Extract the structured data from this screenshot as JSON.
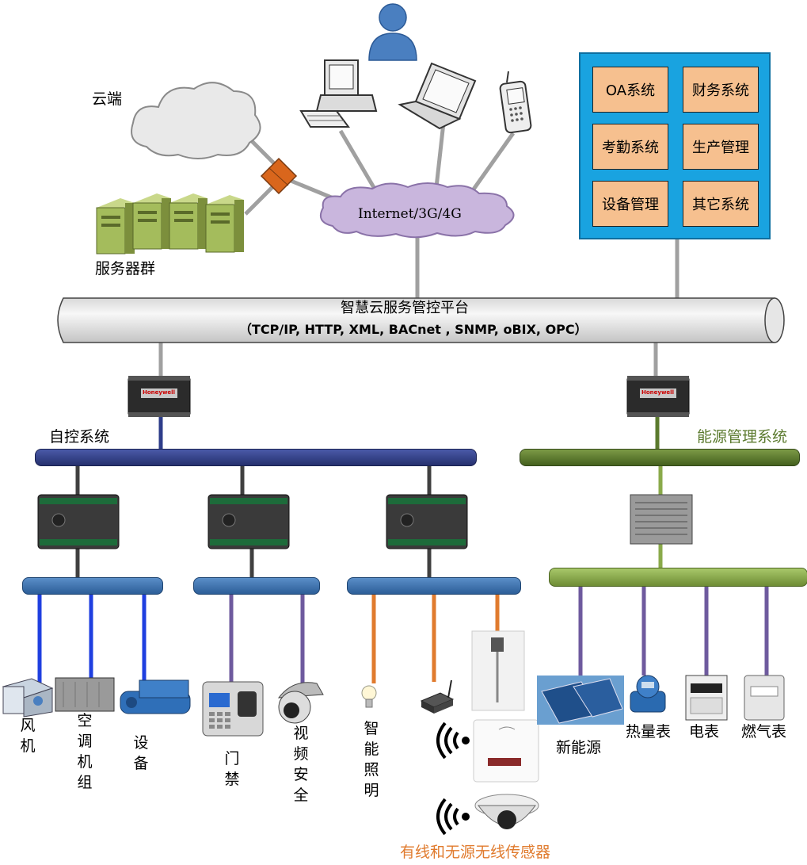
{
  "top": {
    "cloud_label": "云端",
    "server_label": "服务器群",
    "internet_label": "Internet/3G/4G"
  },
  "enterprise_systems": [
    "OA系统",
    "财务系统",
    "考勤系统",
    "生产管理",
    "设备管理",
    "其它系统"
  ],
  "platform": {
    "title": "智慧云服务管控平台",
    "protocols": "（TCP/IP, HTTP, XML, BACnet , SNMP, oBIX, OPC）"
  },
  "controller_brand": "Honeywell",
  "buses": {
    "left_label": "自控系统",
    "right_label": "能源管理系统"
  },
  "devices": {
    "fan": "风机",
    "ahu": "空调机组",
    "equipment": "设备",
    "access": "门禁",
    "video": "视频安全",
    "lighting": "智能照明",
    "new_energy": "新能源",
    "heat_meter": "热量表",
    "electric_meter": "电表",
    "gas_meter": "燃气表",
    "sensors": "有线和无源无线传感器"
  },
  "colors": {
    "sys_panel": "#19a3e0",
    "sys_box": "#f6c08f",
    "left_bus": "#2e3d8a",
    "right_bus": "#5b7a2e",
    "sub_bus": "#3a6ea5",
    "sub_bus_green": "#8aaa4a",
    "wire_blue": "#1f3fe0",
    "wire_purple": "#6e5a9e",
    "wire_orange": "#e07b2e",
    "wire_gray": "#a0a0a0"
  }
}
